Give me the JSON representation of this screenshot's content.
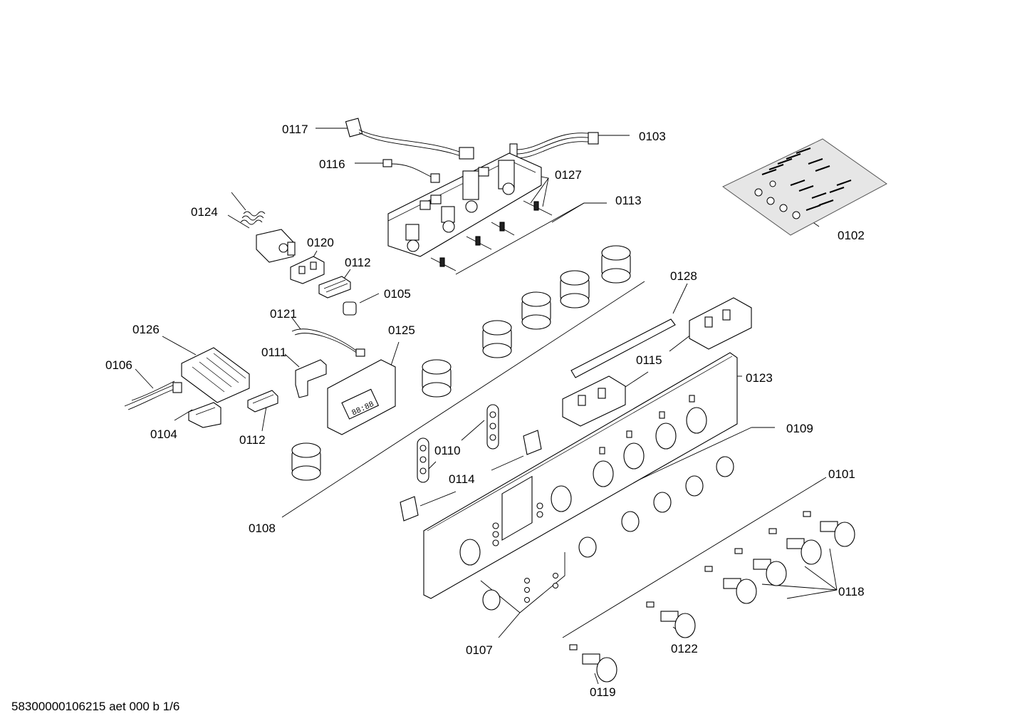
{
  "labels": {
    "p0117": "0117",
    "p0103": "0103",
    "p0116": "0116",
    "p0127": "0127",
    "p0124": "0124",
    "p0113": "0113",
    "p0102": "0102",
    "p0120": "0120",
    "p0112a": "0112",
    "p0105": "0105",
    "p0121": "0121",
    "p0128": "0128",
    "p0126": "0126",
    "p0125": "0125",
    "p0111": "0111",
    "p0106": "0106",
    "p0115": "0115",
    "p0123": "0123",
    "p0104": "0104",
    "p0112b": "0112",
    "p0109": "0109",
    "p0110": "0110",
    "p0114": "0114",
    "p0101": "0101",
    "p0108": "0108",
    "p0118": "0118",
    "p0107": "0107",
    "p0122": "0122",
    "p0119": "0119"
  },
  "footer": "58300000106215 aet 000 b 1/6"
}
